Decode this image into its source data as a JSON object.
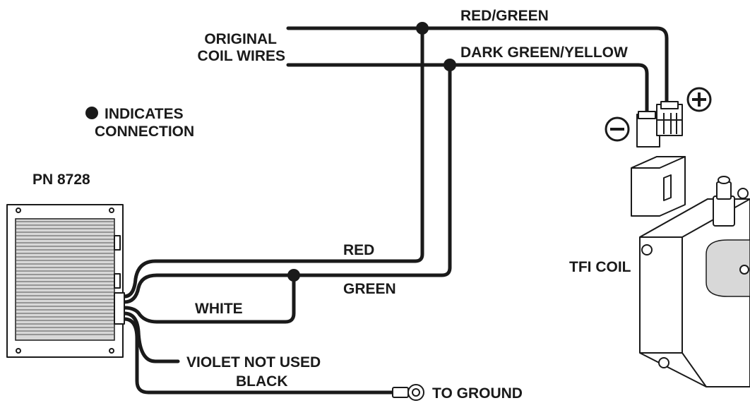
{
  "labels": {
    "original_coil_wires_line1": "ORIGINAL",
    "original_coil_wires_line2": "COIL WIRES",
    "red_green": "RED/GREEN",
    "dark_green_yellow": "DARK GREEN/YELLOW",
    "indicates_line1": "INDICATES",
    "indicates_line2": "CONNECTION",
    "part_number": "PN 8728",
    "red": "RED",
    "green": "GREEN",
    "white": "WHITE",
    "violet": "VIOLET NOT USED",
    "black": "BLACK",
    "to_ground": "TO GROUND",
    "tfi_coil": "TFI COIL"
  },
  "symbols": {
    "connection_dot": "filled-circle",
    "plus": "plus-sign",
    "minus": "minus-sign"
  },
  "colors": {
    "ink": "#1a1a1a",
    "background": "#ffffff"
  }
}
